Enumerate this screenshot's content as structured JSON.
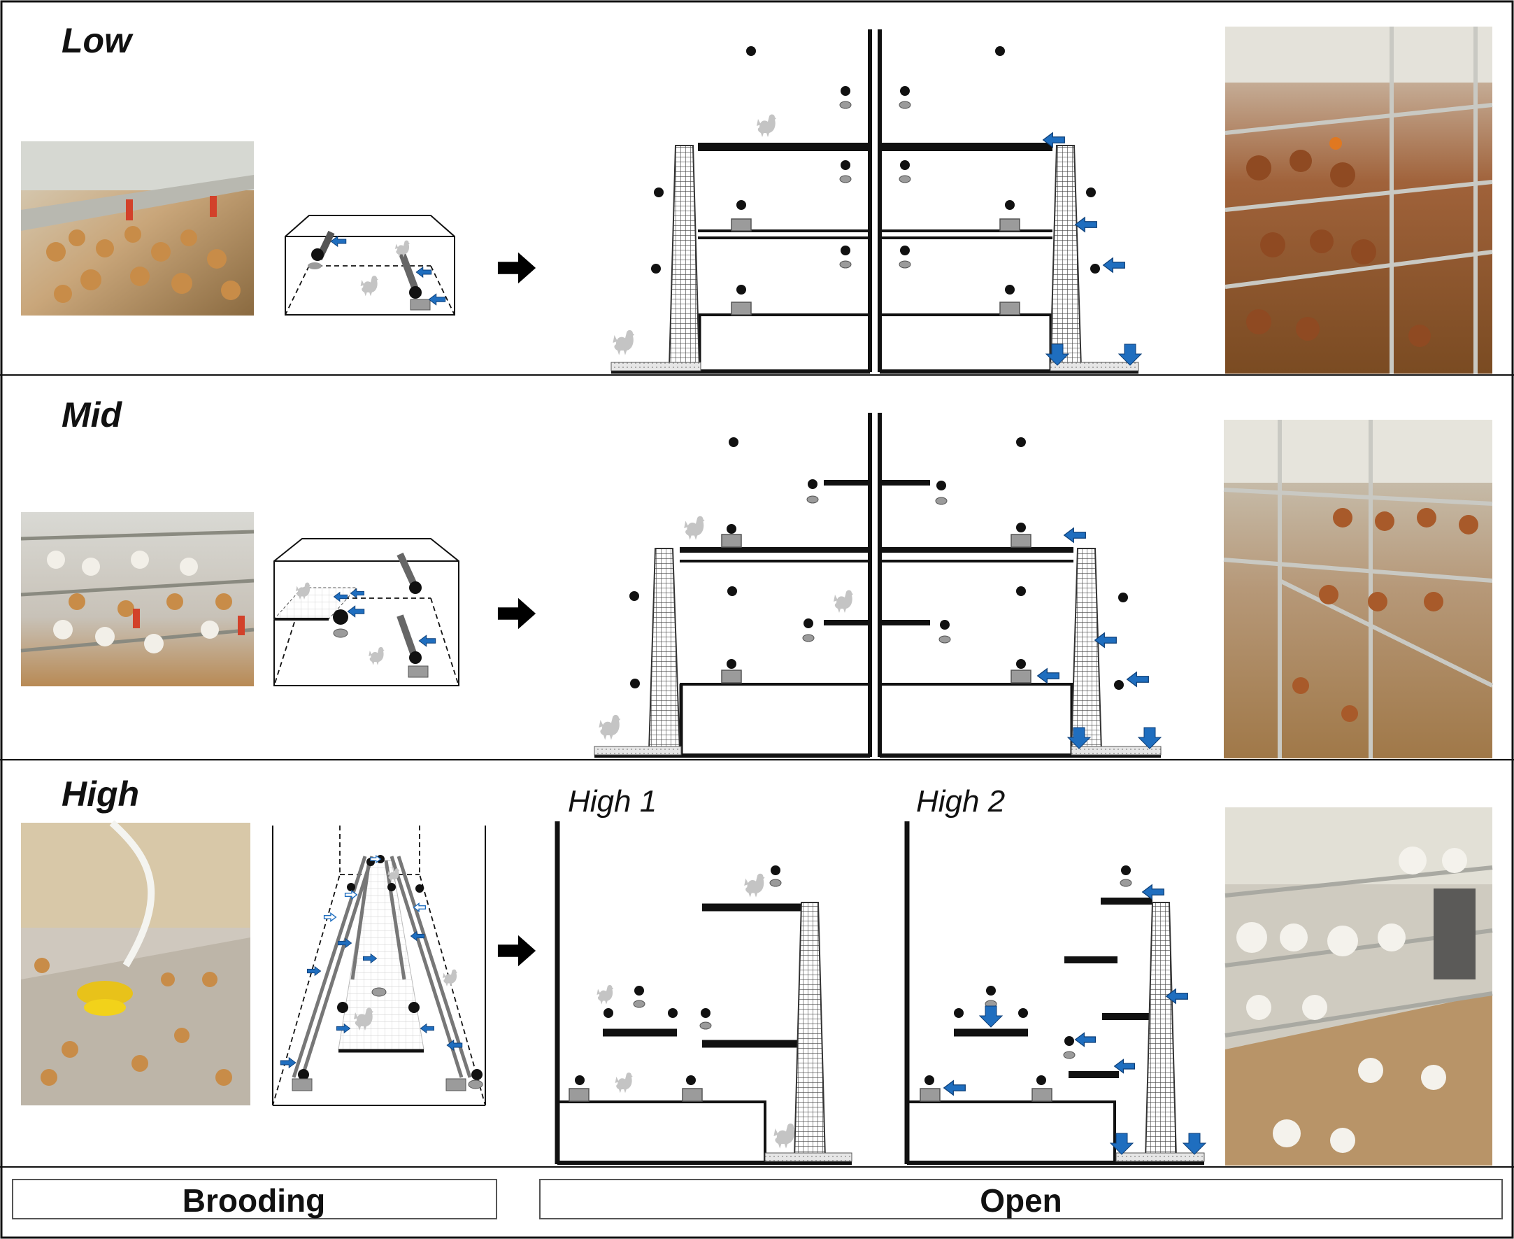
{
  "rows": [
    {
      "label": "Low"
    },
    {
      "label": "Mid"
    },
    {
      "label": "High",
      "sublabels": [
        "High 1",
        "High 2"
      ]
    }
  ],
  "footer": {
    "left": "Brooding",
    "right": "Open"
  },
  "colors": {
    "arrow_blue": "#1f6ebf",
    "bird_grey": "#c4c4c4",
    "feeder_grey": "#9b9b9b",
    "line_black": "#111111"
  },
  "icons": [
    "chicken-icon",
    "drinker-icon",
    "feeder-icon",
    "nest-access-arrow-icon",
    "ladder-ramp-icon",
    "transition-arrow-icon"
  ]
}
